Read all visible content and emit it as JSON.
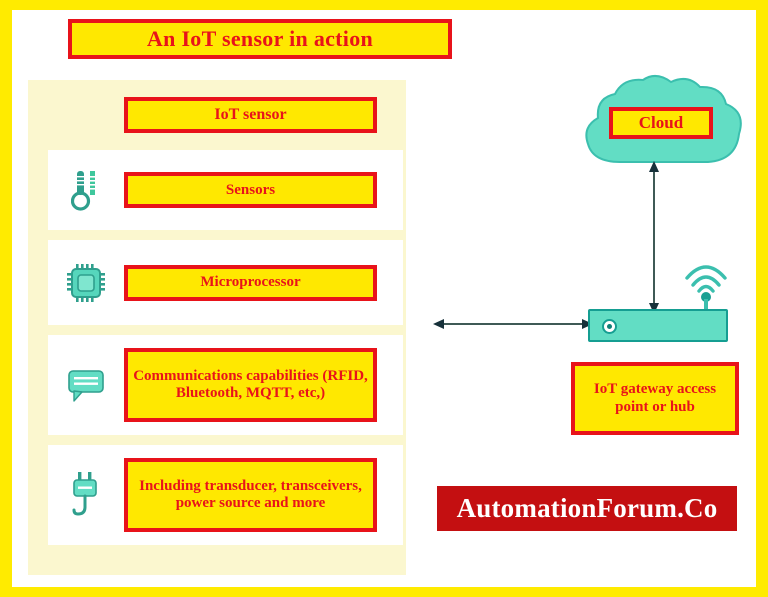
{
  "page": {
    "title": "An IoT sensor in action",
    "frame_color": "#ffeb00",
    "background": "#ffffff"
  },
  "colors": {
    "chip_fill": "#ffe800",
    "chip_border": "#e8131a",
    "chip_text": "#e8131a",
    "panel_fill": "#fbf7cf",
    "row_fill": "#ffffff",
    "teal": "#62ddc4",
    "teal_dark": "#159e92",
    "watermark_fill": "#c40f11",
    "watermark_text": "#ffffff",
    "arrow": "#3f5a56"
  },
  "sensor_panel": {
    "header_label": "IoT sensor",
    "rows": [
      {
        "icon": "thermometer-icon",
        "label": "Sensors"
      },
      {
        "icon": "microchip-icon",
        "label": "Microprocessor"
      },
      {
        "icon": "speech-bubble-icon",
        "label": "Communications capabilities (RFID, Bluetooth, MQTT, etc,)"
      },
      {
        "icon": "power-plug-icon",
        "label": "Including transducer, transceivers, power source and more"
      }
    ]
  },
  "cloud": {
    "label": "Cloud",
    "icon": "cloud-icon"
  },
  "gateway": {
    "caption": "IoT gateway access point or hub",
    "device_icon": "gateway-device-icon",
    "antenna_icon": "wifi-antenna-icon",
    "led_icon": "power-led-icon"
  },
  "connectors": {
    "cloud_to_gateway": "vertical-double-arrow",
    "sensor_to_gateway": "horizontal-double-arrow"
  },
  "watermark": {
    "text": "AutomationForum.Co"
  }
}
